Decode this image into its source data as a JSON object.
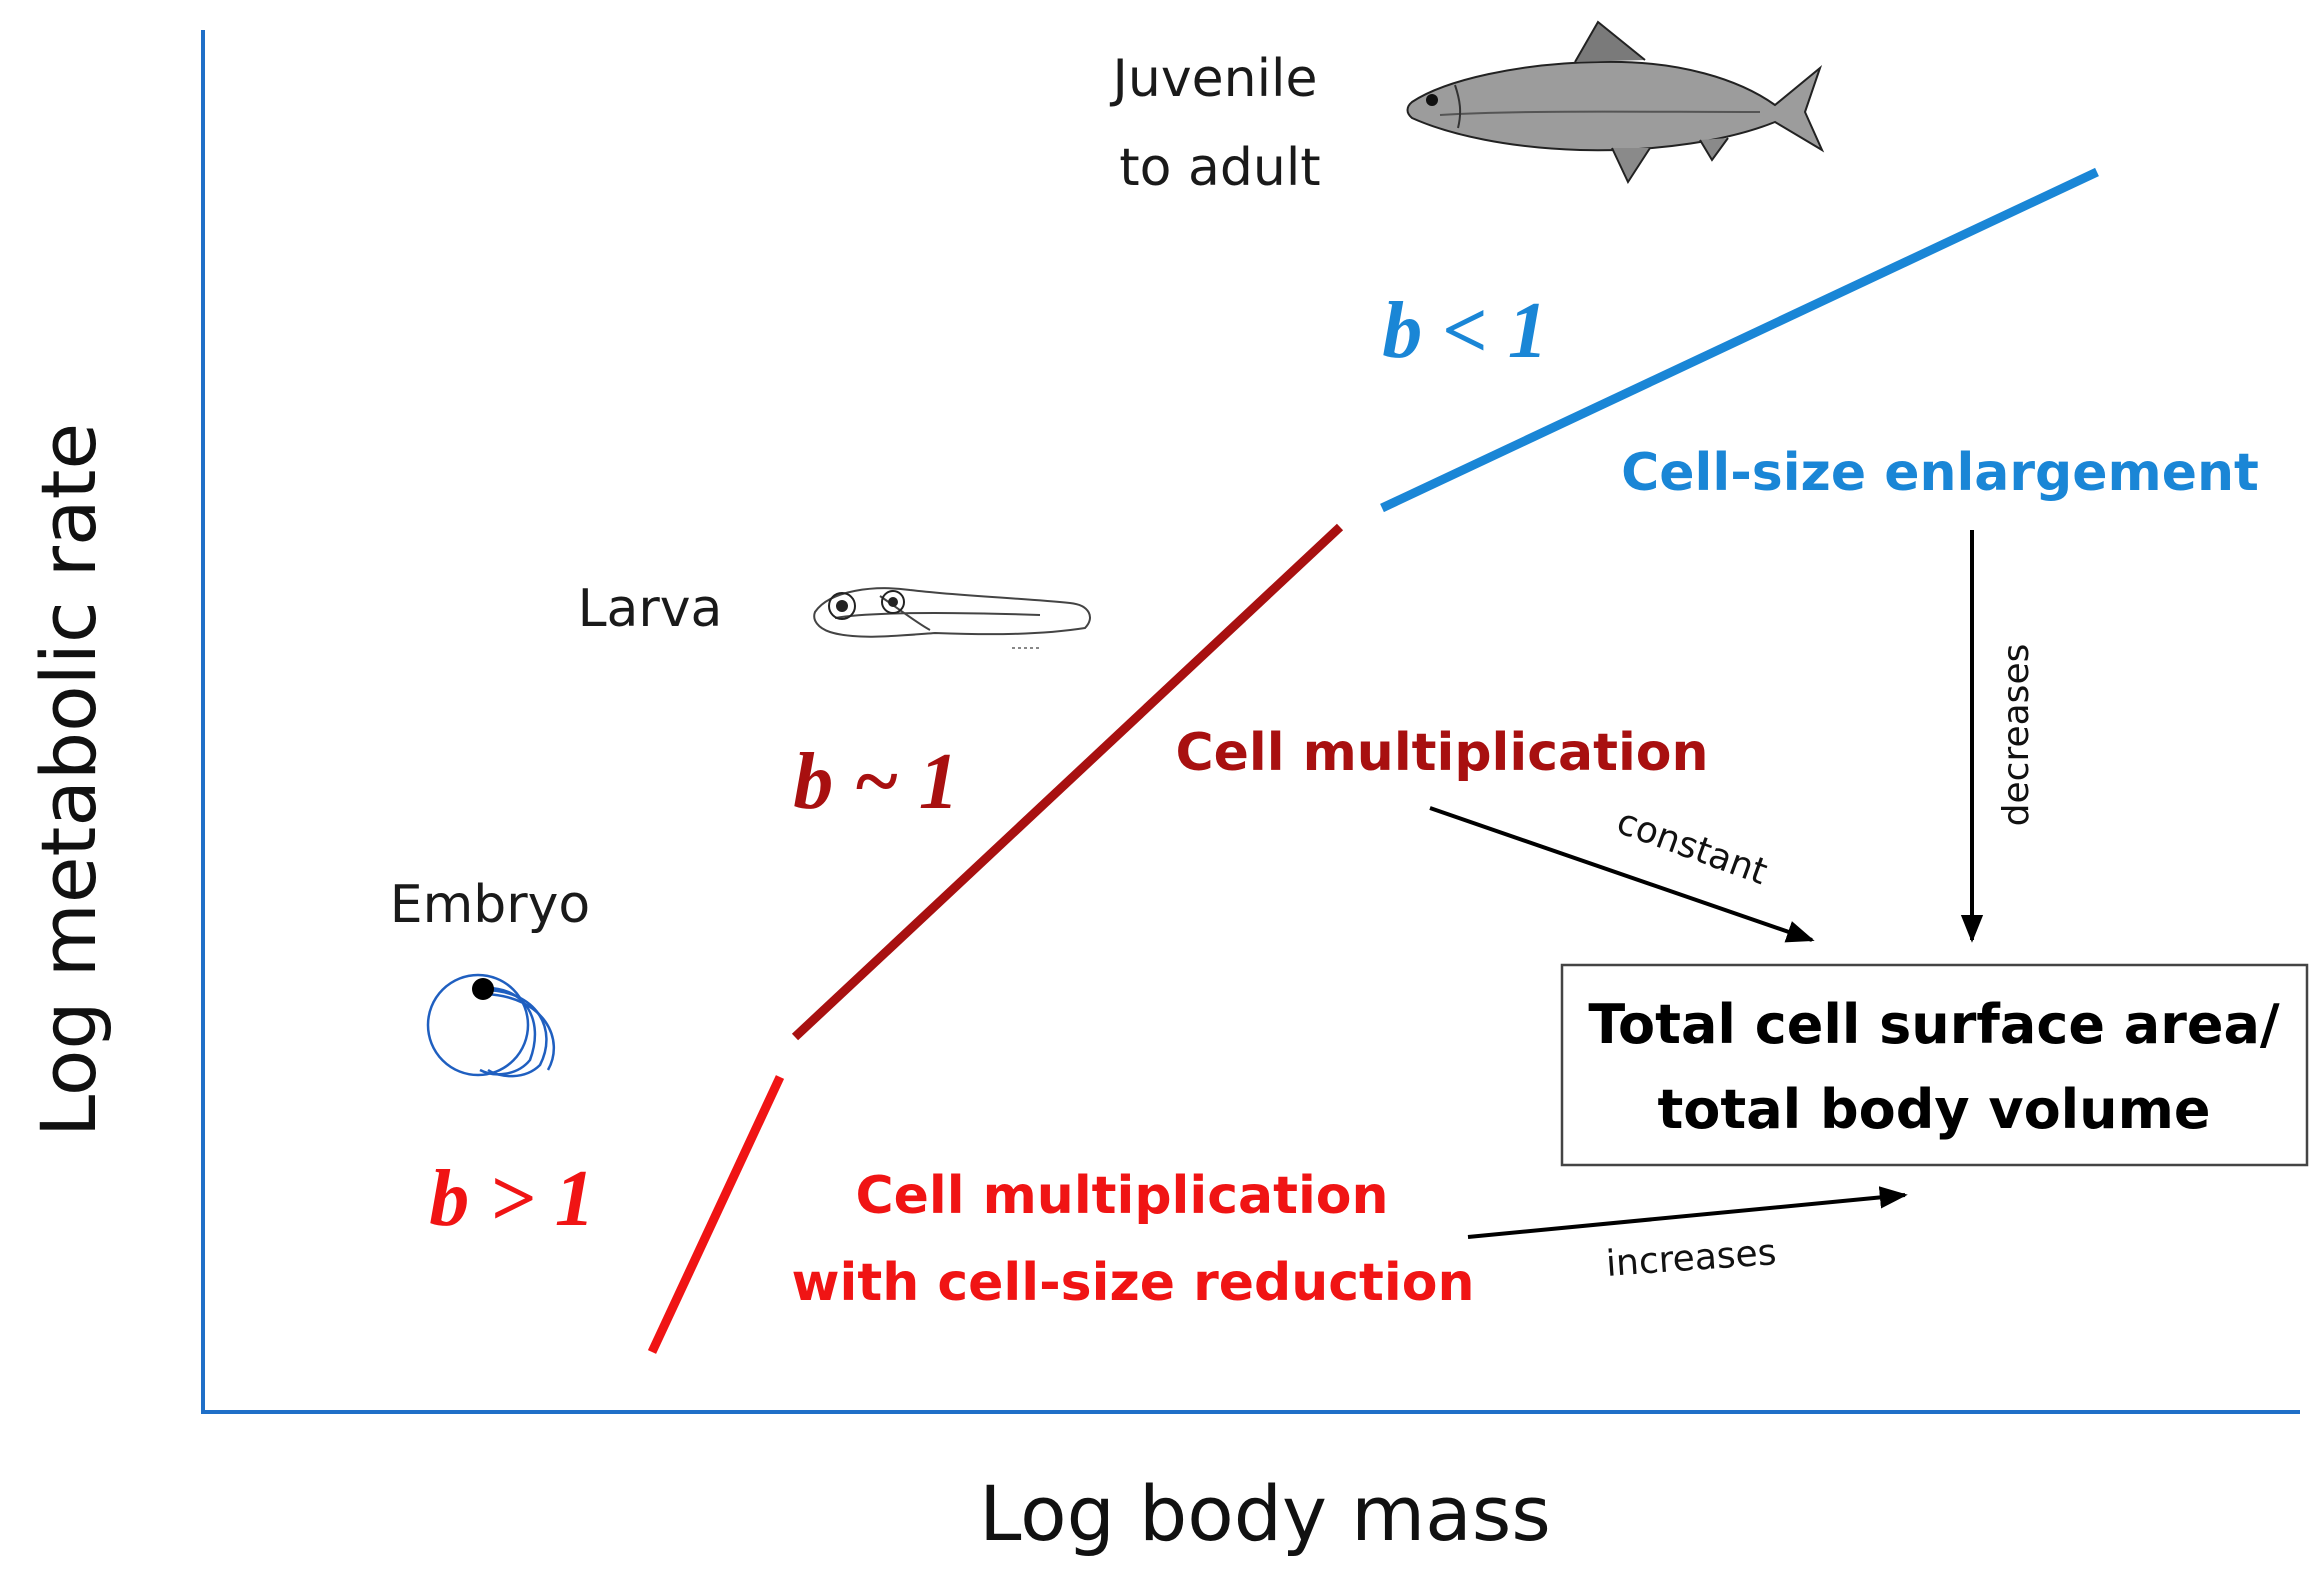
{
  "axes": {
    "xlabel": "Log body mass",
    "ylabel": "Log metabolic rate"
  },
  "stages": {
    "embryo": "Embryo",
    "larva": "Larva",
    "juvenile_line1": "Juvenile",
    "juvenile_line2": "to adult"
  },
  "exponents": {
    "embryo": "b > 1",
    "larva": "b ~ 1",
    "adult": "b < 1"
  },
  "mechanisms": {
    "reduction_line1": "Cell multiplication",
    "reduction_line2": "with cell-size reduction",
    "multiplication": "Cell multiplication",
    "enlargement": "Cell-size enlargement"
  },
  "effects": {
    "increases": "increases",
    "constant": "constant",
    "decreases": "decreases"
  },
  "outcome": {
    "line1": "Total cell surface area/",
    "line2": "total body volume"
  },
  "colors": {
    "axis": "#1f6fc8",
    "embryo_red": "#f01414",
    "larva_darkred": "#a81010",
    "adult_blue": "#1a86d6",
    "arrow": "#000000",
    "text": "#1a1a1a"
  },
  "icons": {
    "embryo": "embryo-egg-icon",
    "larva": "larva-fish-icon",
    "adult": "adult-fish-icon"
  }
}
